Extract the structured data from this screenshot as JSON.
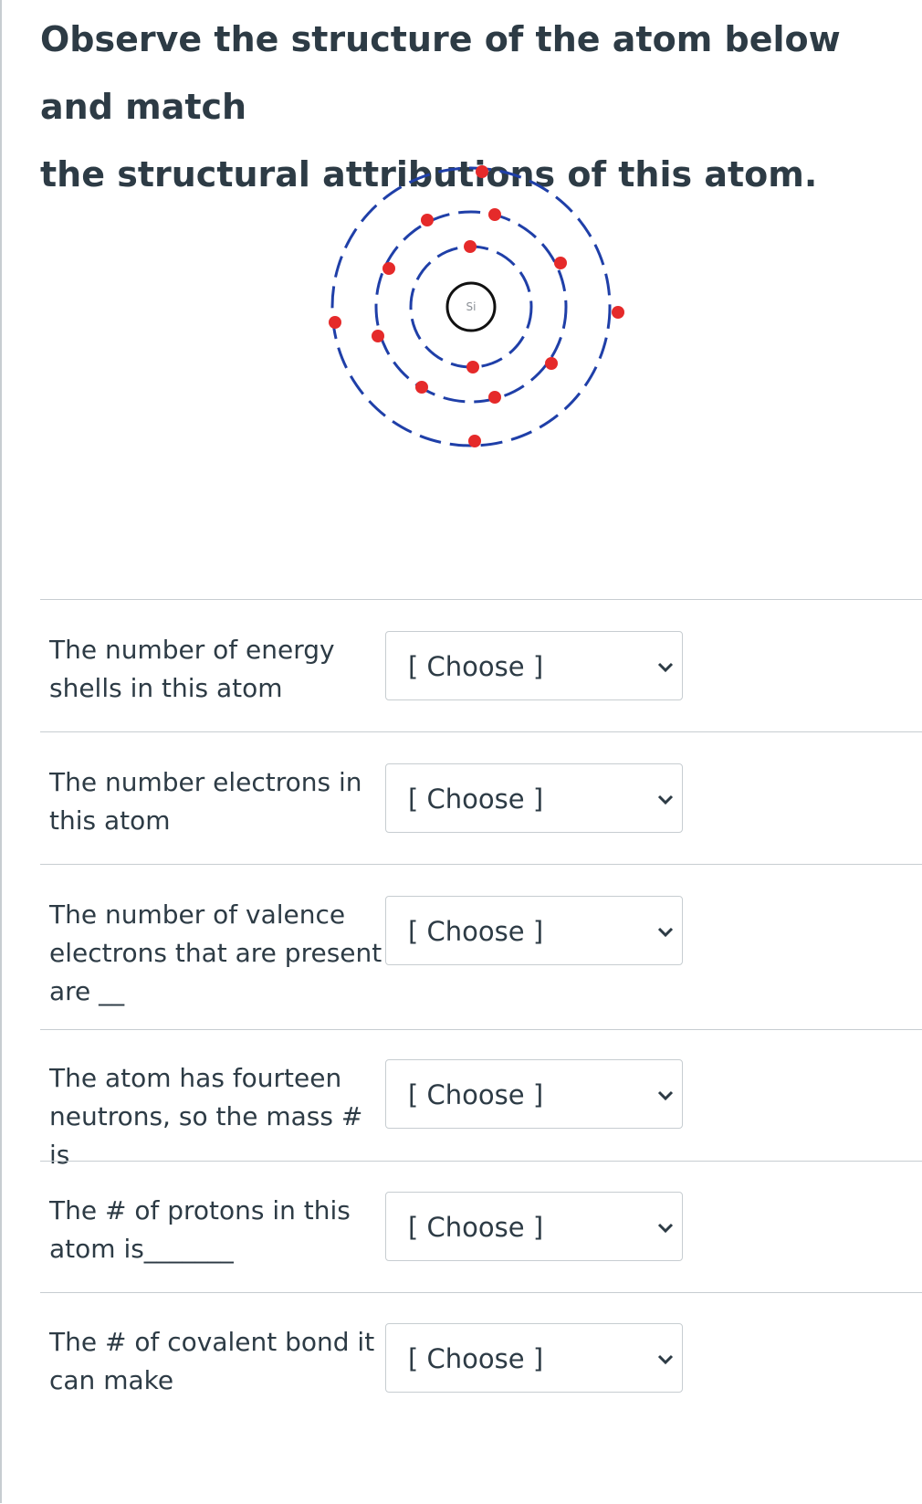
{
  "question": {
    "line1": "Observe the structure of the atom below and match",
    "line2": "the structural attributions of this atom."
  },
  "figure": {
    "element_symbol": "Si",
    "electron_color": "#e52a2a",
    "shell_color": "#1f3fa8"
  },
  "matches": [
    {
      "label": "The number of energy shells in this atom",
      "select": "[ Choose ]"
    },
    {
      "label": "The number electrons in this atom",
      "select": "[ Choose ]"
    },
    {
      "label": "The number of valence electrons that are present are __",
      "select": "[ Choose ]"
    },
    {
      "label": "The atom has fourteen neutrons, so the mass # is",
      "select": "[ Choose ]"
    },
    {
      "label": "The # of protons in this atom is_______",
      "select": "[ Choose ]"
    },
    {
      "label": "The # of covalent bond it can make",
      "select": "[ Choose ]"
    }
  ]
}
